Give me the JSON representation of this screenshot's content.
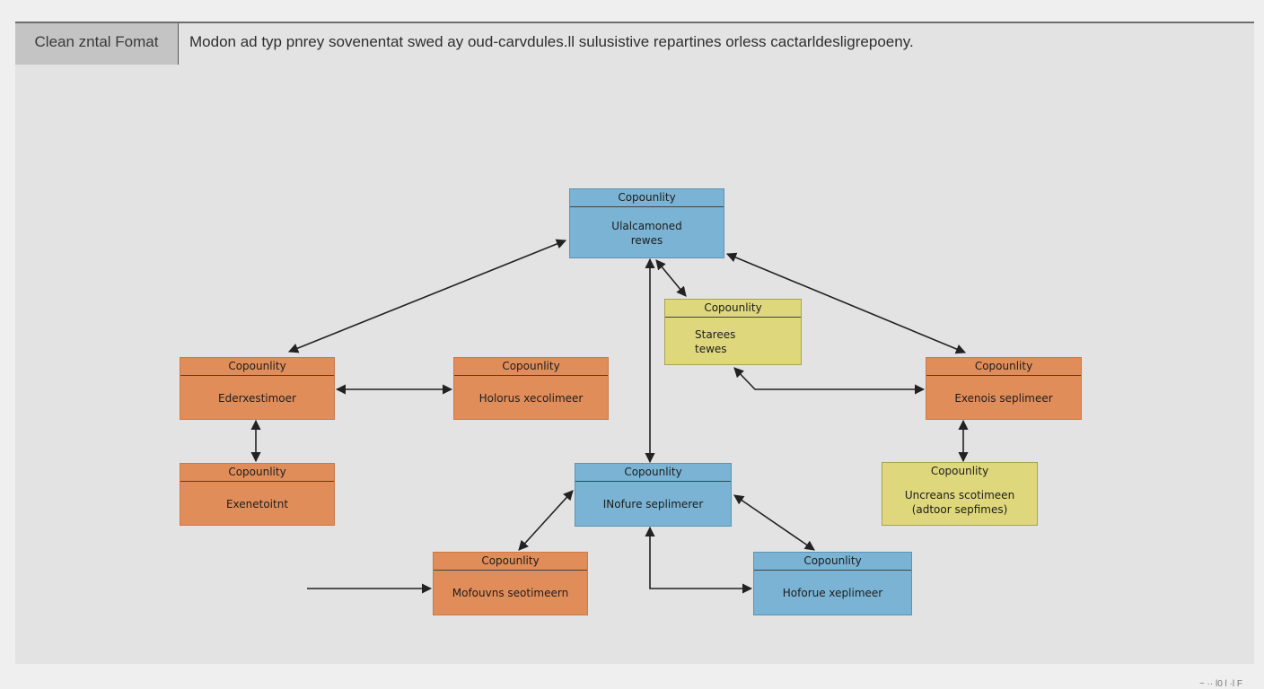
{
  "header": {
    "label": "Clean zntal Fomat",
    "description": "Modon ad typ pnrey sovenentat swed ay oud-carvdules.ll sulusistive repartines orless cactarldesligrepoeny."
  },
  "colors": {
    "orange": "#e08d5a",
    "blue": "#7ab3d3",
    "yellow": "#ded77c",
    "arrow": "#222222"
  },
  "nodes": [
    {
      "id": "top",
      "color": "blue",
      "title": "Copounlity",
      "body": "Ulalcamoned\nrewes"
    },
    {
      "id": "mid-yellow",
      "color": "yellow",
      "title": "Copounlity",
      "body": "Starees\ntewes"
    },
    {
      "id": "left-1",
      "color": "orange",
      "title": "Copounlity",
      "body": "Ederxestimoer"
    },
    {
      "id": "left-2",
      "color": "orange",
      "title": "Copounlity",
      "body": "Holorus xecolimeer"
    },
    {
      "id": "right-1",
      "color": "orange",
      "title": "Copounlity",
      "body": "Exenois seplimeer"
    },
    {
      "id": "left-3",
      "color": "orange",
      "title": "Copounlity",
      "body": "Exenetoitnt"
    },
    {
      "id": "center",
      "color": "blue",
      "title": "Copounlity",
      "body": "INofure seplimerer"
    },
    {
      "id": "right-2",
      "color": "yellow",
      "title": "Copounlity",
      "body": "Uncreans scotimeen\n(adtoor sepfimes)"
    },
    {
      "id": "bottom-left",
      "color": "orange",
      "title": "Copounlity",
      "body": "Mofouvns seotimeern"
    },
    {
      "id": "bottom-right",
      "color": "blue",
      "title": "Copounlity",
      "body": "Hoforue xeplimeer"
    }
  ],
  "edges": [
    {
      "from": "top",
      "to": "left-1",
      "type": "bidirectional"
    },
    {
      "from": "top",
      "to": "right-1",
      "type": "bidirectional"
    },
    {
      "from": "top",
      "to": "mid-yellow",
      "type": "bidirectional"
    },
    {
      "from": "center",
      "to": "top",
      "type": "directed"
    },
    {
      "from": "left-1",
      "to": "left-2",
      "type": "bidirectional"
    },
    {
      "from": "left-1",
      "to": "left-3",
      "type": "bidirectional"
    },
    {
      "from": "mid-yellow",
      "to": "right-1",
      "type": "bidirectional"
    },
    {
      "from": "right-1",
      "to": "right-2",
      "type": "bidirectional"
    },
    {
      "from": "center",
      "to": "bottom-left",
      "type": "bidirectional"
    },
    {
      "from": "center",
      "to": "bottom-right",
      "type": "bidirectional"
    },
    {
      "from": "center",
      "to": "bottom-right",
      "type": "elbow"
    },
    {
      "from": "external",
      "to": "bottom-left",
      "type": "directed"
    }
  ],
  "footer": {
    "mark": "~ ·· l0 l ·l F"
  }
}
